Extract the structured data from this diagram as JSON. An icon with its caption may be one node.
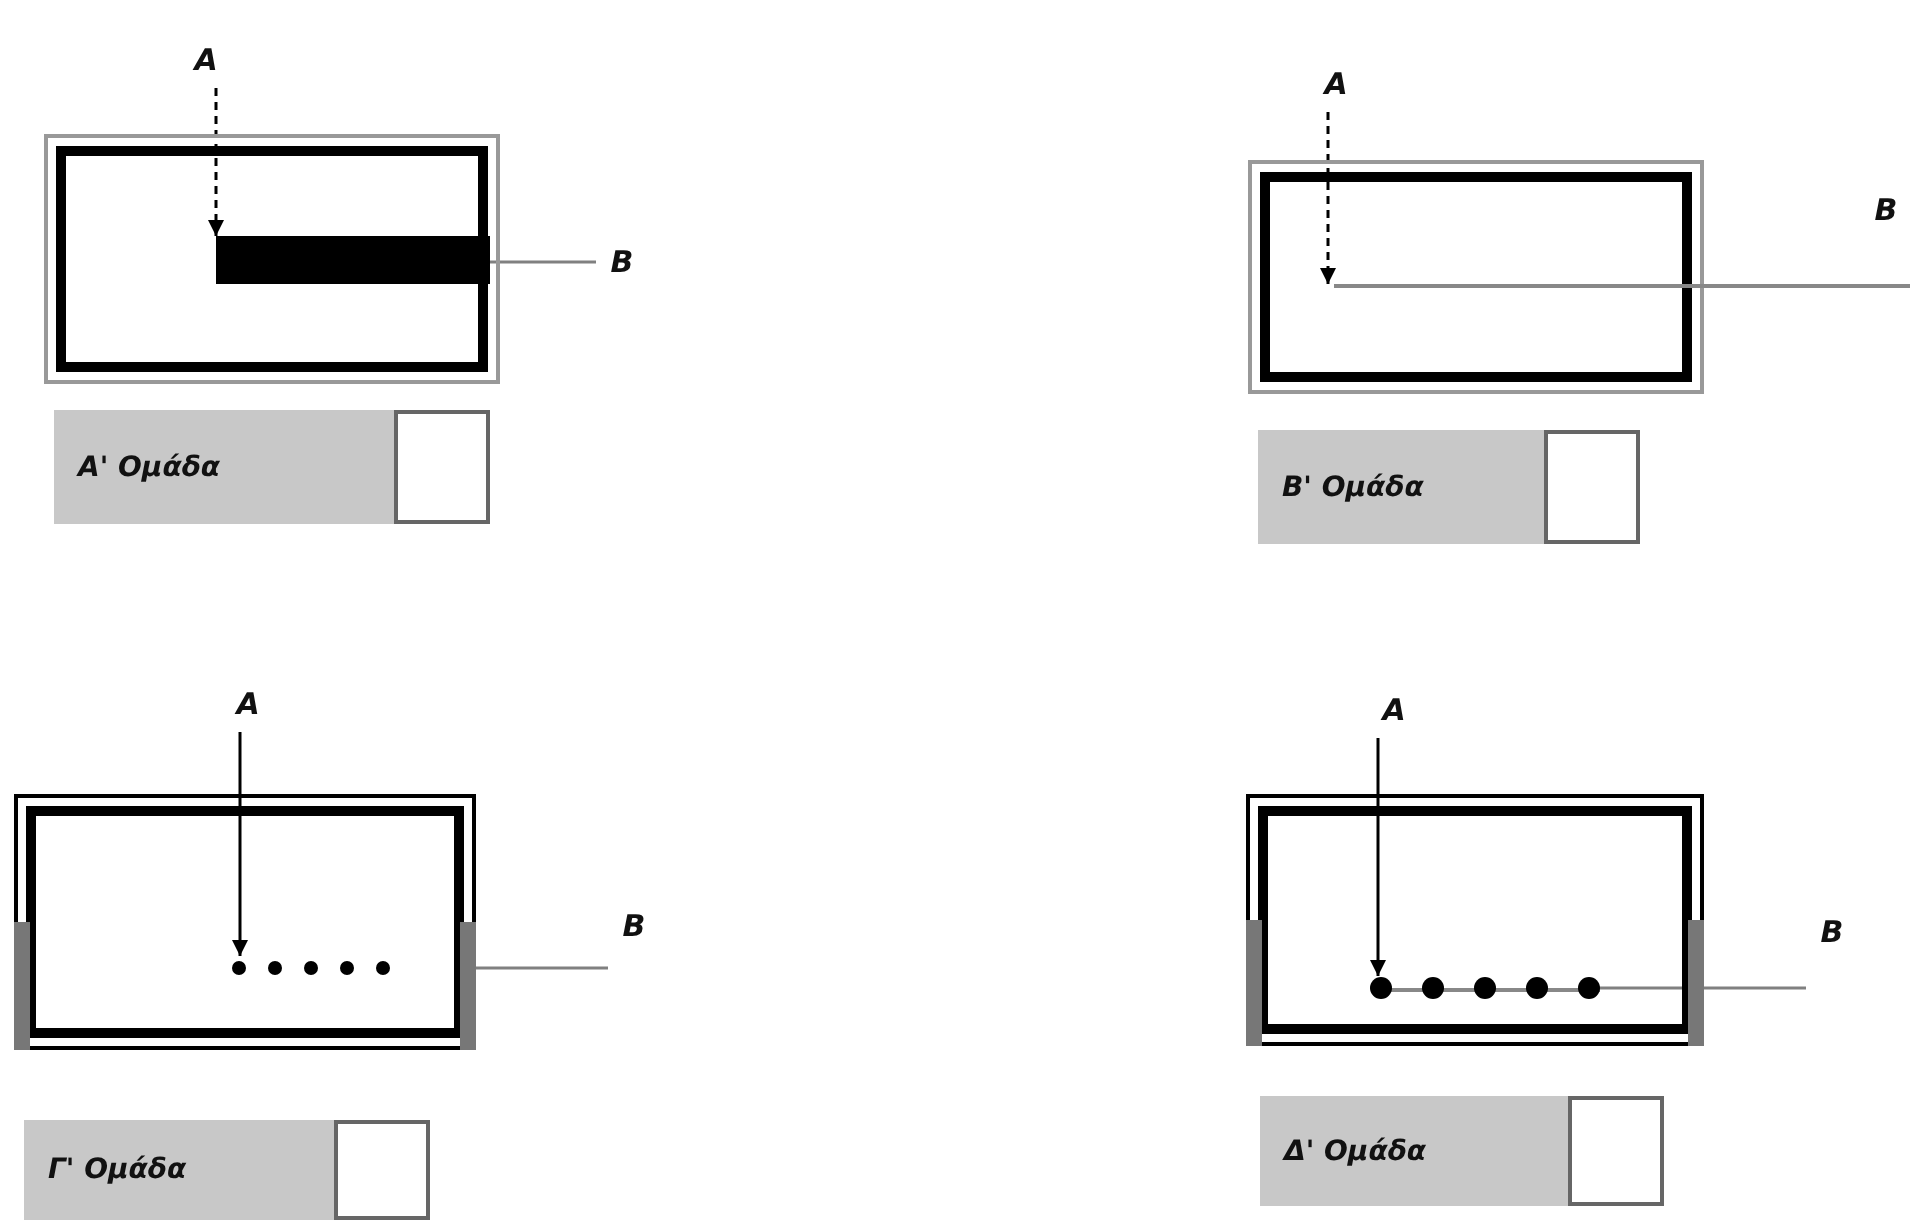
{
  "diagram": {
    "nodes": [
      {
        "text": [
          "A"
        ]
      },
      {
        "text": [],
        "shape": "bar"
      },
      {
        "text": [
          "B"
        ]
      },
      {
        "text": [
          "Α' Ομάδα"
        ]
      },
      {
        "text": [
          "A"
        ]
      },
      {
        "text": [],
        "shape": "line"
      },
      {
        "text": [
          "B"
        ]
      },
      {
        "text": [
          "Β' Ομάδα"
        ]
      },
      {
        "text": [
          "A"
        ]
      },
      {
        "text": [],
        "shape": "dots"
      },
      {
        "text": [
          "B"
        ]
      },
      {
        "text": [
          "Γ' Ομάδα"
        ]
      },
      {
        "text": [
          "A"
        ]
      },
      {
        "text": [],
        "shape": "dots"
      },
      {
        "text": [
          "B"
        ]
      },
      {
        "text": [
          "Δ' Ομάδα"
        ]
      }
    ],
    "edges": [
      {
        "from": 0,
        "to": 1,
        "arrow": "to",
        "style": "dashed"
      },
      {
        "from": 2,
        "to": 1,
        "arrow": "none",
        "color": "#808080"
      },
      {
        "from": 4,
        "to": 5,
        "arrow": "to",
        "style": "dashed"
      },
      {
        "from": 8,
        "to": 9,
        "arrow": "to"
      },
      {
        "from": 10,
        "to": 9,
        "arrow": "none",
        "color": "#808080"
      },
      {
        "from": 12,
        "to": 13,
        "arrow": "to"
      },
      {
        "from": 14,
        "to": 13,
        "arrow": "none",
        "color": "#808080"
      }
    ]
  }
}
